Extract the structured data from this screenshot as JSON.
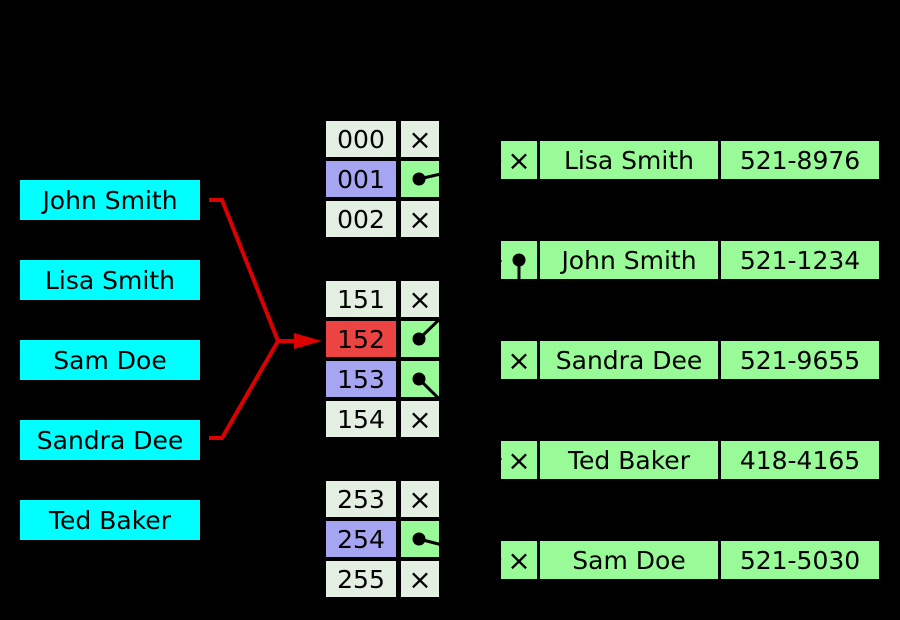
{
  "diagram": {
    "title": "hash-table-collision-diagram",
    "colors": {
      "background": "#000000",
      "key_box": "#00FFFF",
      "bucket_empty": "#E2EFE1",
      "bucket_occupied": "#A5A5F2",
      "bucket_collision": "#EC4442",
      "entry_green": "#98FB98",
      "arrow_red": "#DD0000",
      "line_black": "#000000"
    }
  },
  "icons": {
    "null_slot": "×"
  },
  "keys": [
    {
      "label": "John Smith"
    },
    {
      "label": "Lisa Smith"
    },
    {
      "label": "Sam Doe"
    },
    {
      "label": "Sandra Dee"
    },
    {
      "label": "Ted Baker"
    }
  ],
  "buckets": [
    {
      "index": "000",
      "state": "empty"
    },
    {
      "index": "001",
      "state": "occupied"
    },
    {
      "index": "002",
      "state": "empty"
    },
    {
      "index": "151",
      "state": "empty"
    },
    {
      "index": "152",
      "state": "collision"
    },
    {
      "index": "153",
      "state": "occupied"
    },
    {
      "index": "154",
      "state": "empty"
    },
    {
      "index": "253",
      "state": "empty"
    },
    {
      "index": "254",
      "state": "occupied"
    },
    {
      "index": "255",
      "state": "empty"
    }
  ],
  "entries": [
    {
      "name": "Lisa Smith",
      "phone": "521-8976",
      "next": "null"
    },
    {
      "name": "John Smith",
      "phone": "521-1234",
      "next": "pointer"
    },
    {
      "name": "Sandra Dee",
      "phone": "521-9655",
      "next": "null"
    },
    {
      "name": "Ted Baker",
      "phone": "418-4165",
      "next": "null"
    },
    {
      "name": "Sam Doe",
      "phone": "521-5030",
      "next": "null"
    }
  ]
}
